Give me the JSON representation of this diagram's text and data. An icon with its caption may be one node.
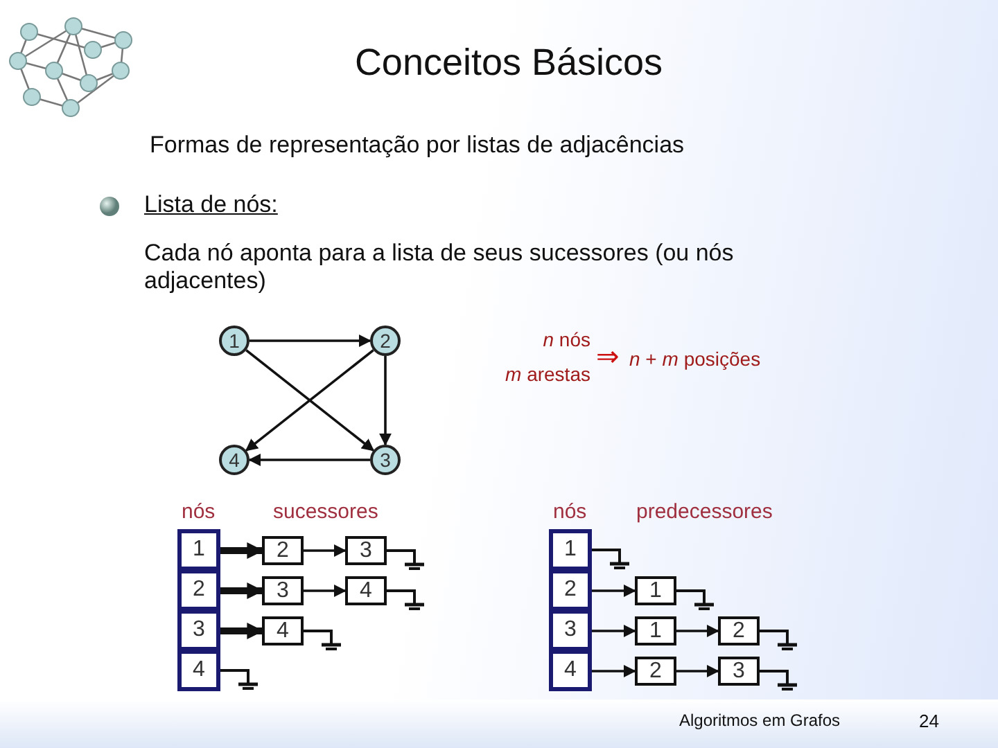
{
  "diagram": {
    "title": "Conceitos Básicos",
    "nodes": [
      {
        "text": [
          "1"
        ]
      },
      {
        "text": [
          "2"
        ]
      },
      {
        "text": [
          "3"
        ]
      },
      {
        "text": [
          "4"
        ]
      },
      {
        "text": [
          "1"
        ]
      },
      {
        "text": [
          "2"
        ]
      },
      {
        "text": [
          "3"
        ]
      },
      {
        "text": [
          "4"
        ]
      },
      {
        "text": [
          "2"
        ]
      },
      {
        "text": [
          "3"
        ]
      },
      {
        "text": [
          "3"
        ]
      },
      {
        "text": [
          "4"
        ]
      },
      {
        "text": [
          "4"
        ]
      },
      {
        "text": [
          "1"
        ]
      },
      {
        "text": [
          "2"
        ]
      },
      {
        "text": [
          "3"
        ]
      },
      {
        "text": [
          "4"
        ]
      },
      {
        "text": [
          "1"
        ]
      },
      {
        "text": [
          "1"
        ]
      },
      {
        "text": [
          "2"
        ]
      },
      {
        "text": [
          "2"
        ]
      },
      {
        "text": [
          "3"
        ]
      }
    ],
    "edges": [
      {
        "from": 0,
        "to": 1,
        "arrow": "to"
      },
      {
        "from": 0,
        "to": 2,
        "arrow": "to"
      },
      {
        "from": 1,
        "to": 3,
        "arrow": "to"
      },
      {
        "from": 1,
        "to": 2,
        "arrow": "to"
      },
      {
        "from": 2,
        "to": 3,
        "arrow": "to"
      },
      {
        "from": 4,
        "to": 8,
        "arrow": "to",
        "style": "thick"
      },
      {
        "from": 8,
        "to": 9,
        "arrow": "to"
      },
      {
        "from": 5,
        "to": 10,
        "arrow": "to",
        "style": "thick"
      },
      {
        "from": 10,
        "to": 11,
        "arrow": "to"
      },
      {
        "from": 6,
        "to": 12,
        "arrow": "to",
        "style": "thick"
      },
      {
        "from": 14,
        "to": 17,
        "arrow": "to"
      },
      {
        "from": 15,
        "to": 18,
        "arrow": "to"
      },
      {
        "from": 18,
        "to": 19,
        "arrow": "to"
      },
      {
        "from": 16,
        "to": 20,
        "arrow": "to"
      },
      {
        "from": 20,
        "to": 21,
        "arrow": "to"
      }
    ],
    "labels": [
      "Formas de representação por listas de adjacências",
      "Lista de nós:",
      "Cada nó aponta para a lista de seus sucessores (ou nós adjacentes)",
      "*n* nós",
      "*m* arestas",
      "⇒",
      "*n* + *m* posições",
      "nós",
      "sucessores",
      "nós",
      "predecessores",
      "Algoritmos em Grafos",
      "24"
    ]
  }
}
